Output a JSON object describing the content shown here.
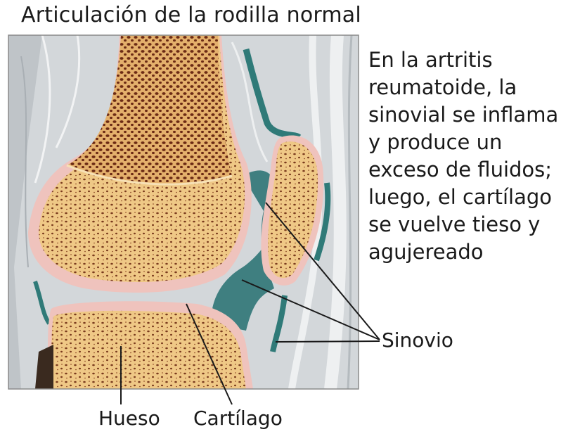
{
  "title": "Articulación de la rodilla normal",
  "description_lines": [
    "En la artritis",
    "reumatoide, la",
    "sinovial se inflama",
    "y produce un",
    "exceso de fluidos;",
    "luego, el cartílago",
    "se vuelve tieso y",
    "agujereado"
  ],
  "labels": {
    "hueso": "Hueso",
    "cartilago": "Cartílago",
    "sinovio": "Sinovio"
  },
  "colors": {
    "bone": "#efc886",
    "bone_pores": "#7a3b1e",
    "cartilage": "#efc3bd",
    "synovium": "#3d8a86",
    "tissue": "#cfd3d6",
    "frame": "#8a8a8a"
  }
}
